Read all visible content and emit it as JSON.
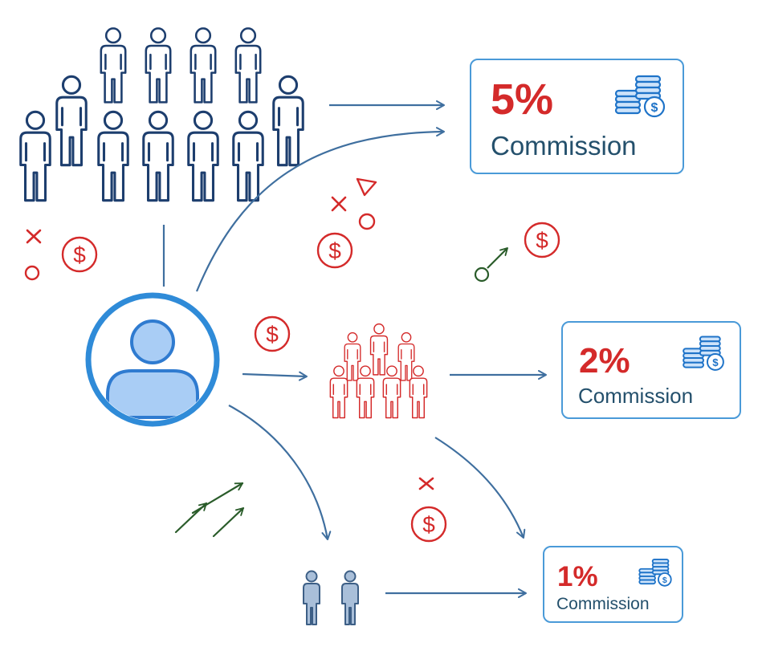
{
  "tiers": [
    {
      "percent": "5%",
      "label": "Commission"
    },
    {
      "percent": "2%",
      "label": "Commission"
    },
    {
      "percent": "1%",
      "label": "Commission"
    }
  ],
  "colors": {
    "arrow": "#3f6f9f",
    "box_border": "#4a9ad8",
    "percent": "#d42a2a",
    "label": "#24506c",
    "large_group": "#1d3e6e",
    "mid_group": "#d42a2a",
    "small_group": "#3d5f86",
    "user_fill": "#a9cdf5",
    "user_ring": "#2f8bd8",
    "green": "#2a5c2a"
  },
  "icons": [
    "person-group-icon",
    "user-avatar-icon",
    "coin-stack-icon",
    "dollar-coin-icon",
    "growth-arrows-icon"
  ]
}
